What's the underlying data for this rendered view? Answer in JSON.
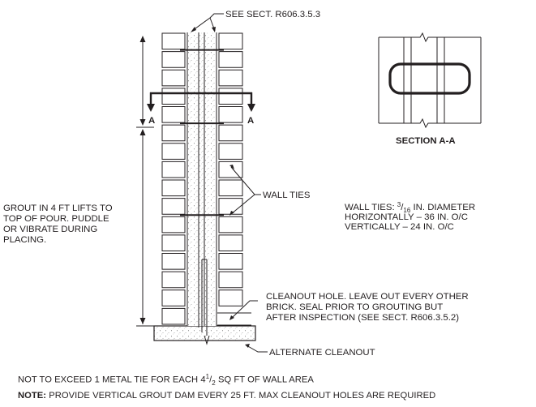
{
  "callouts": {
    "see_section": "SEE SECT. R606.3.5.3",
    "wall_ties": "WALL TIES",
    "cleanout_lines": [
      "CLEANOUT HOLE. LEAVE OUT EVERY OTHER",
      "BRICK. SEAL PRIOR TO GROUTING BUT",
      "AFTER INSPECTION (SEE SECT. R606.3.5.2)"
    ],
    "alternate_cleanout": "ALTERNATE CLEANOUT"
  },
  "grout_note_lines": [
    "GROUT IN 4 FT LIFTS TO",
    "TOP OF POUR. PUDDLE",
    "OR VIBRATE DURING",
    "PLACING."
  ],
  "section_marks": {
    "left": "A",
    "right": "A"
  },
  "section_title": "SECTION A-A",
  "wall_ties_spec": {
    "prefix": "WALL TIES: ",
    "frac_num": "3",
    "frac_den": "16",
    "suffix": " IN. DIAMETER",
    "line2": "HORIZONTALLY – 36 IN. O/C",
    "line3": "VERTICALLY – 24 IN. O/C"
  },
  "notes": {
    "tie_limit_prefix": "NOT TO EXCEED 1 METAL TIE FOR EACH 4",
    "tie_limit_num": "1",
    "tie_limit_den": "2",
    "tie_limit_suffix": " SQ FT OF WALL AREA",
    "note_label": "NOTE:",
    "note_text": " PROVIDE VERTICAL GROUT DAM EVERY 25 FT. MAX CLEANOUT HOLES ARE REQUIRED"
  },
  "colors": {
    "ink": "#231f20",
    "background": "#ffffff"
  }
}
